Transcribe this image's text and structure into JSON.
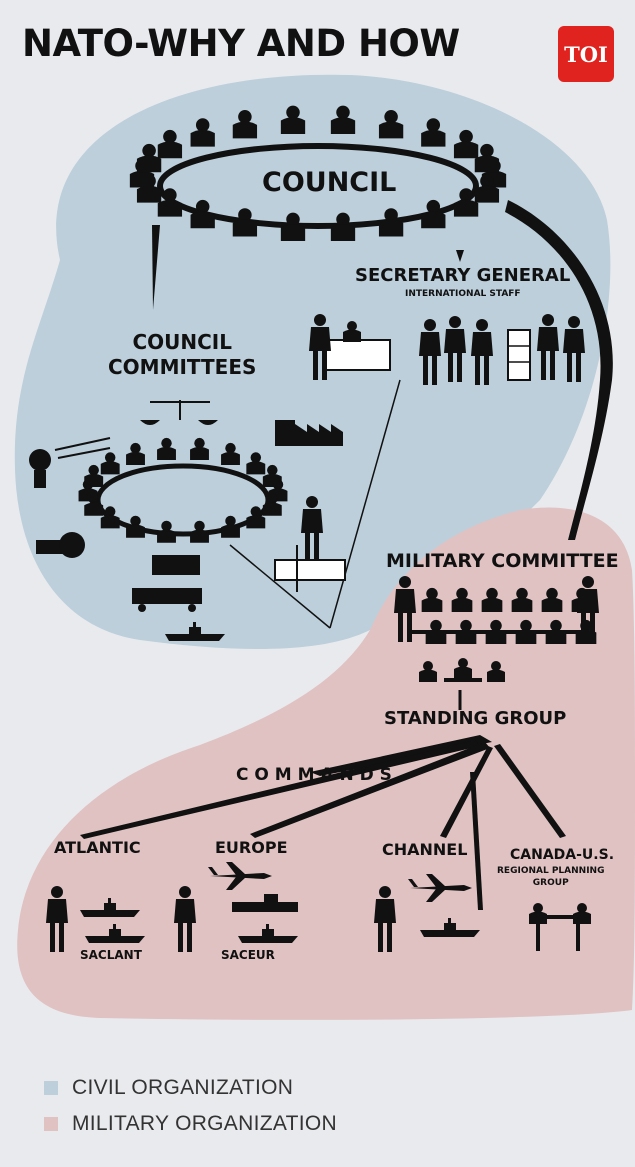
{
  "header": {
    "title": "NATO-WHY AND HOW",
    "logo": "TOI"
  },
  "colors": {
    "civil": "#bccfdb",
    "military": "#e0c2c2",
    "ink": "#111111",
    "logo": "#e0231e"
  },
  "labels": {
    "council": "COUNCIL",
    "secretary_general": "SECRETARY GENERAL",
    "international_staff": "INTERNATIONAL STAFF",
    "council_committees": "COUNCIL\nCOMMITTEES",
    "military_committee": "MILITARY COMMITTEE",
    "standing_group": "STANDING GROUP",
    "commands": "C O M M A N D S",
    "atlantic": "ATLANTIC",
    "europe": "EUROPE",
    "channel": "CHANNEL",
    "canada_us": "CANADA-U.S.",
    "regional_planning": "REGIONAL PLANNING\nGROUP",
    "saclant": "SACLANT",
    "saceur": "SACEUR"
  },
  "legend": [
    {
      "label": "CIVIL ORGANIZATION",
      "color": "#bccfdb"
    },
    {
      "label": "MILITARY ORGANIZATION",
      "color": "#e0c2c2"
    }
  ]
}
